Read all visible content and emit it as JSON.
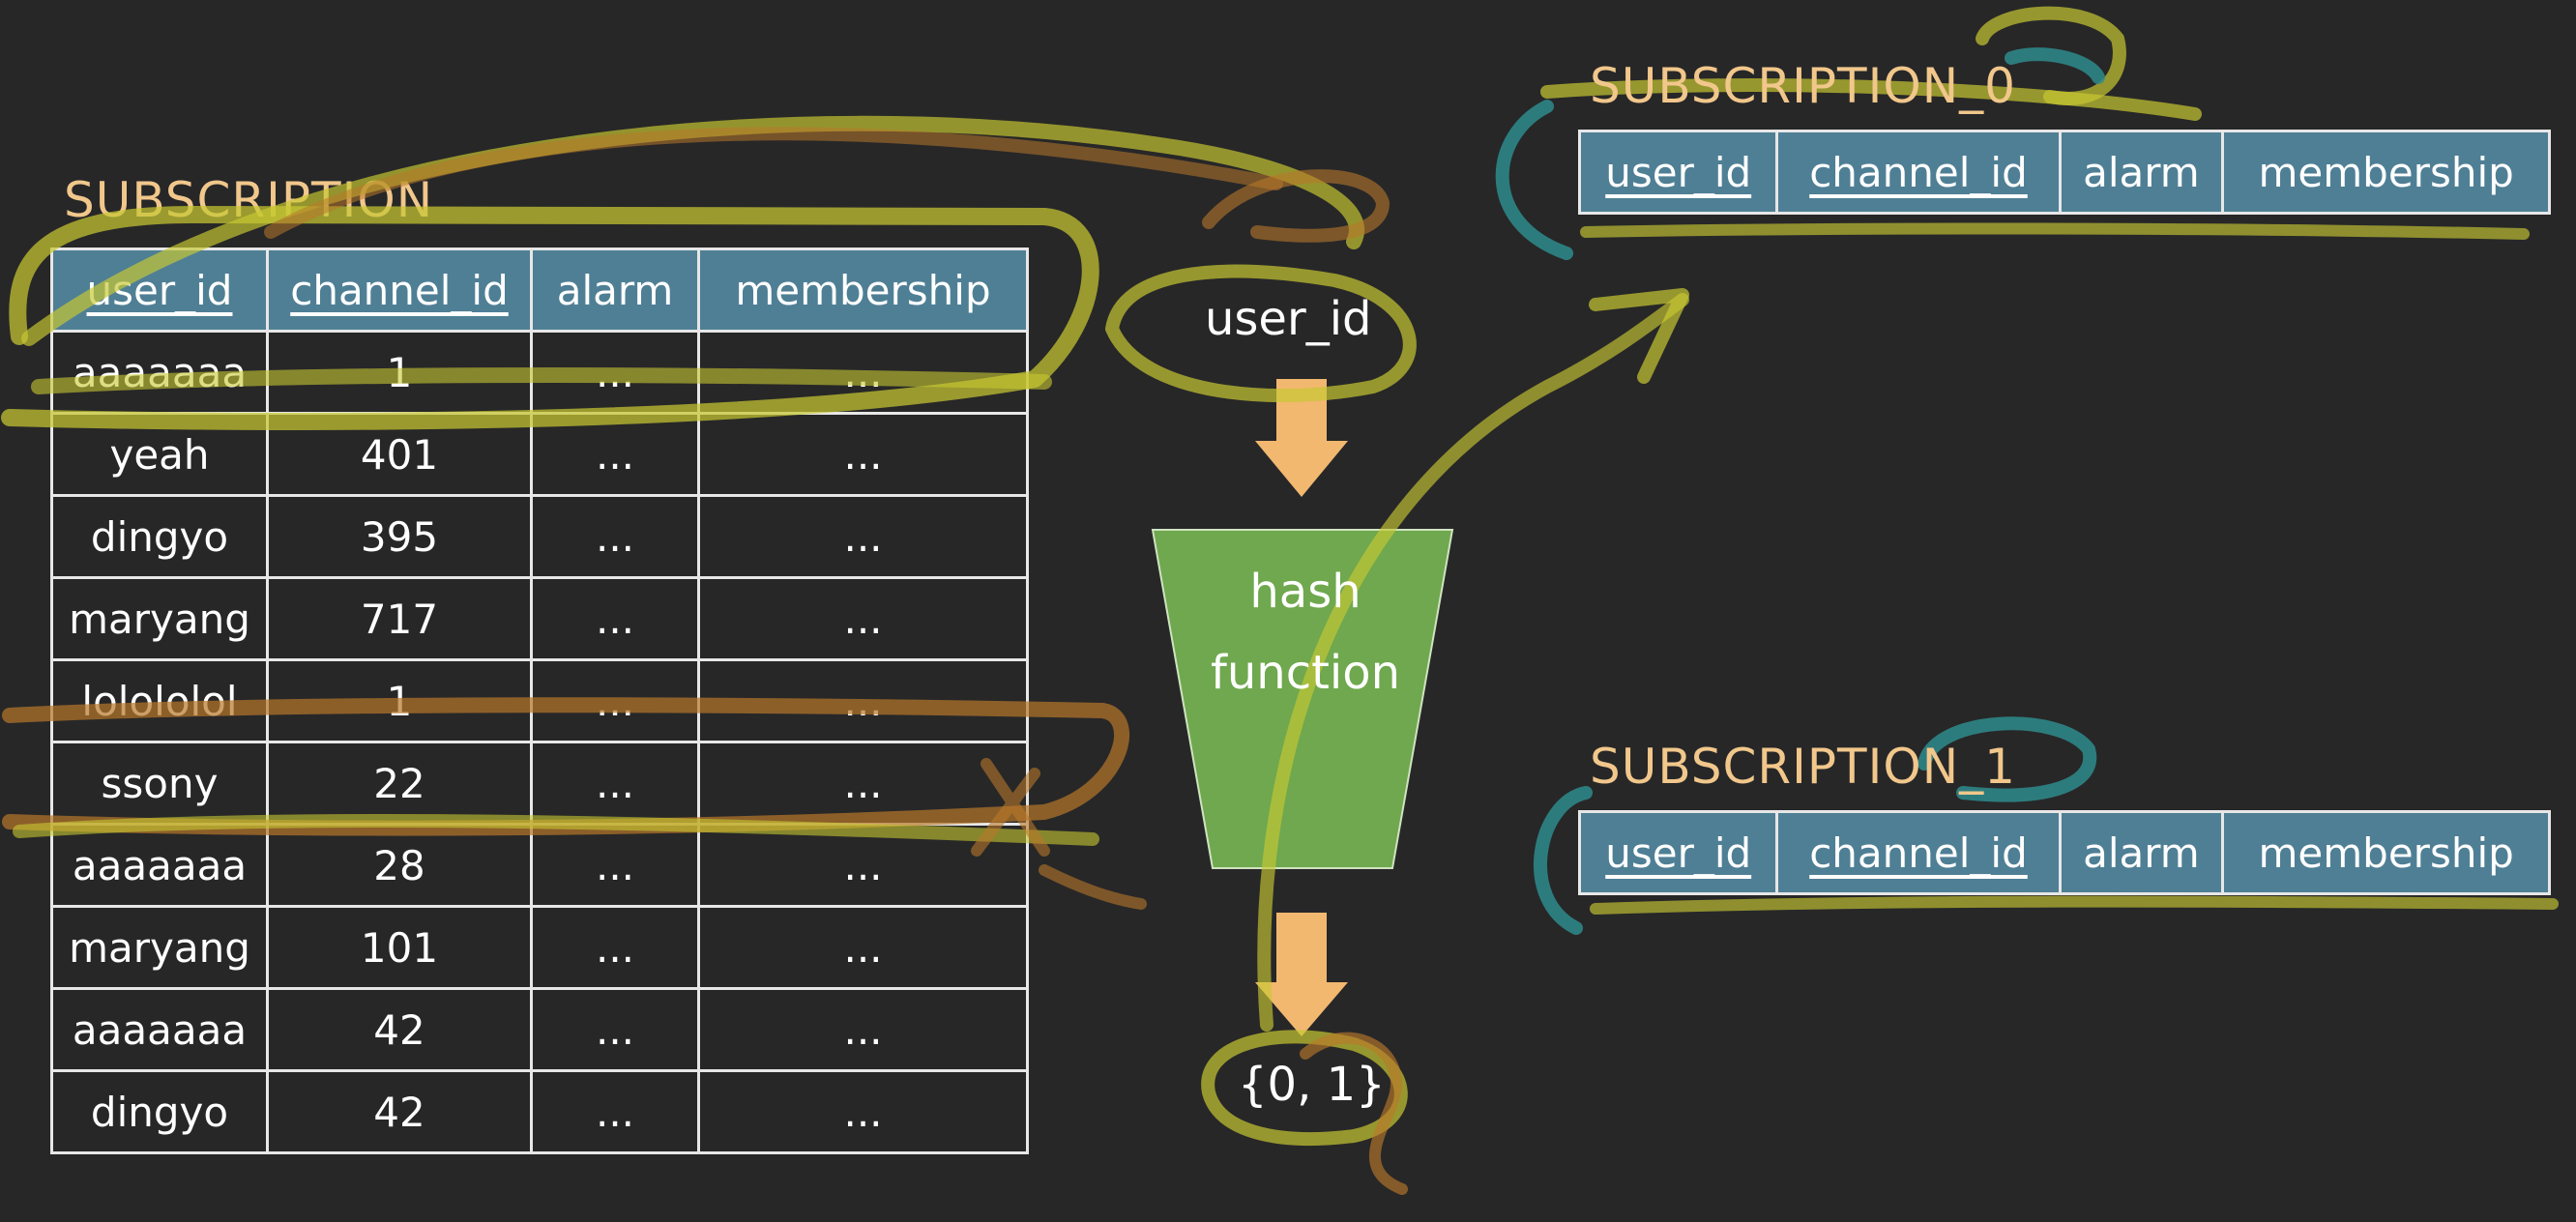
{
  "main_table": {
    "title": "SUBSCRIPTION",
    "columns": [
      "user_id",
      "channel_id",
      "alarm",
      "membership"
    ],
    "rows": [
      [
        "aaaaaaa",
        "1",
        "...",
        "..."
      ],
      [
        "yeah",
        "401",
        "...",
        "..."
      ],
      [
        "dingyo",
        "395",
        "...",
        "..."
      ],
      [
        "maryang",
        "717",
        "...",
        "..."
      ],
      [
        "lolololol",
        "1",
        "...",
        "..."
      ],
      [
        "ssony",
        "22",
        "...",
        "..."
      ],
      [
        "aaaaaaa",
        "28",
        "...",
        "..."
      ],
      [
        "maryang",
        "101",
        "...",
        "..."
      ],
      [
        "aaaaaaa",
        "42",
        "...",
        "..."
      ],
      [
        "dingyo",
        "42",
        "...",
        "..."
      ]
    ]
  },
  "hash": {
    "input_label": "user_id",
    "line1": "hash",
    "line2": "function",
    "output_label": "{0, 1}"
  },
  "partitions": [
    {
      "title": "SUBSCRIPTION_0",
      "columns": [
        "user_id",
        "channel_id",
        "alarm",
        "membership"
      ]
    },
    {
      "title": "SUBSCRIPTION_1",
      "columns": [
        "user_id",
        "channel_id",
        "alarm",
        "membership"
      ]
    }
  ],
  "colors": {
    "background": "#272728",
    "header": "#4f7f95",
    "title": "#f1c78b",
    "arrow": "#f2b86f",
    "funnel": "#6fa84e",
    "annotation_yellow": "#c8c832",
    "annotation_orange": "#b8782a",
    "annotation_teal": "#2f8c8c"
  }
}
